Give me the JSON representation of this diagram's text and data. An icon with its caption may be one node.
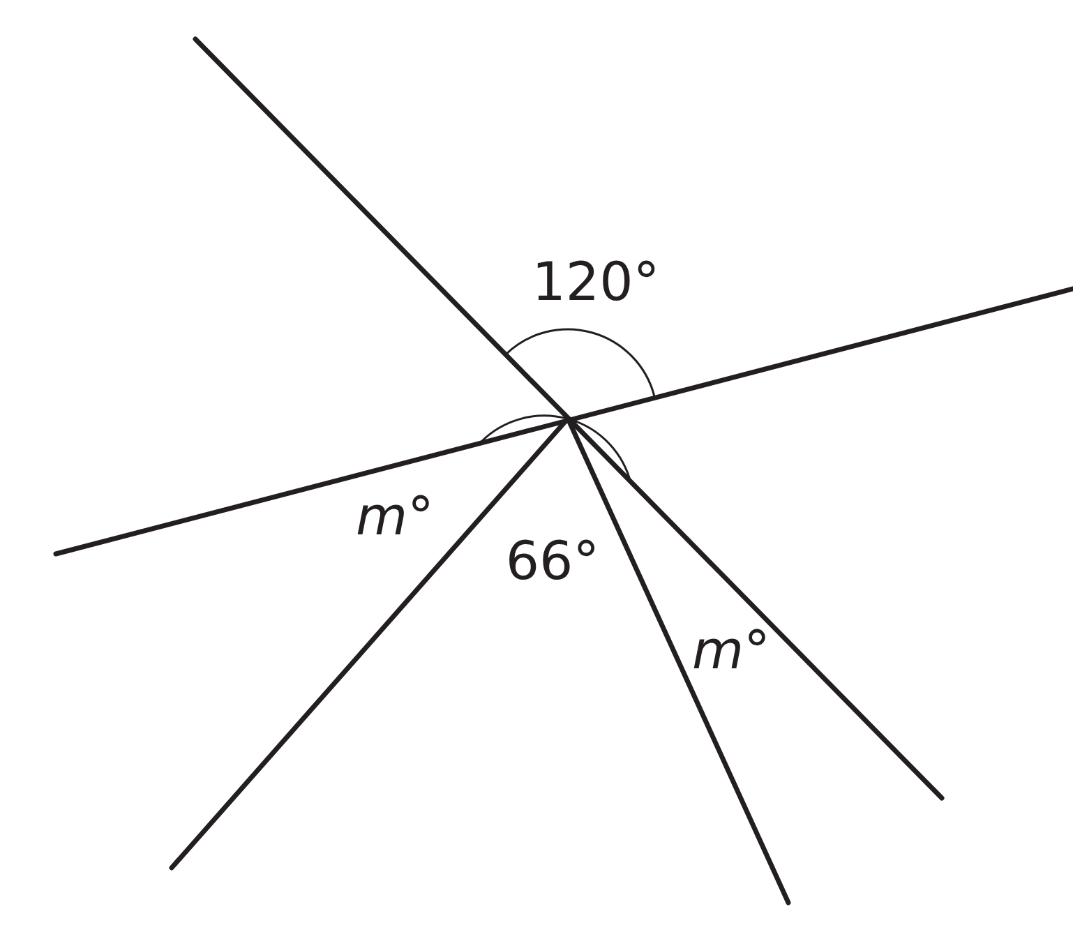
{
  "diagram": {
    "labels": [
      "120°",
      "*m*°",
      "66°",
      "*m*°"
    ]
  }
}
